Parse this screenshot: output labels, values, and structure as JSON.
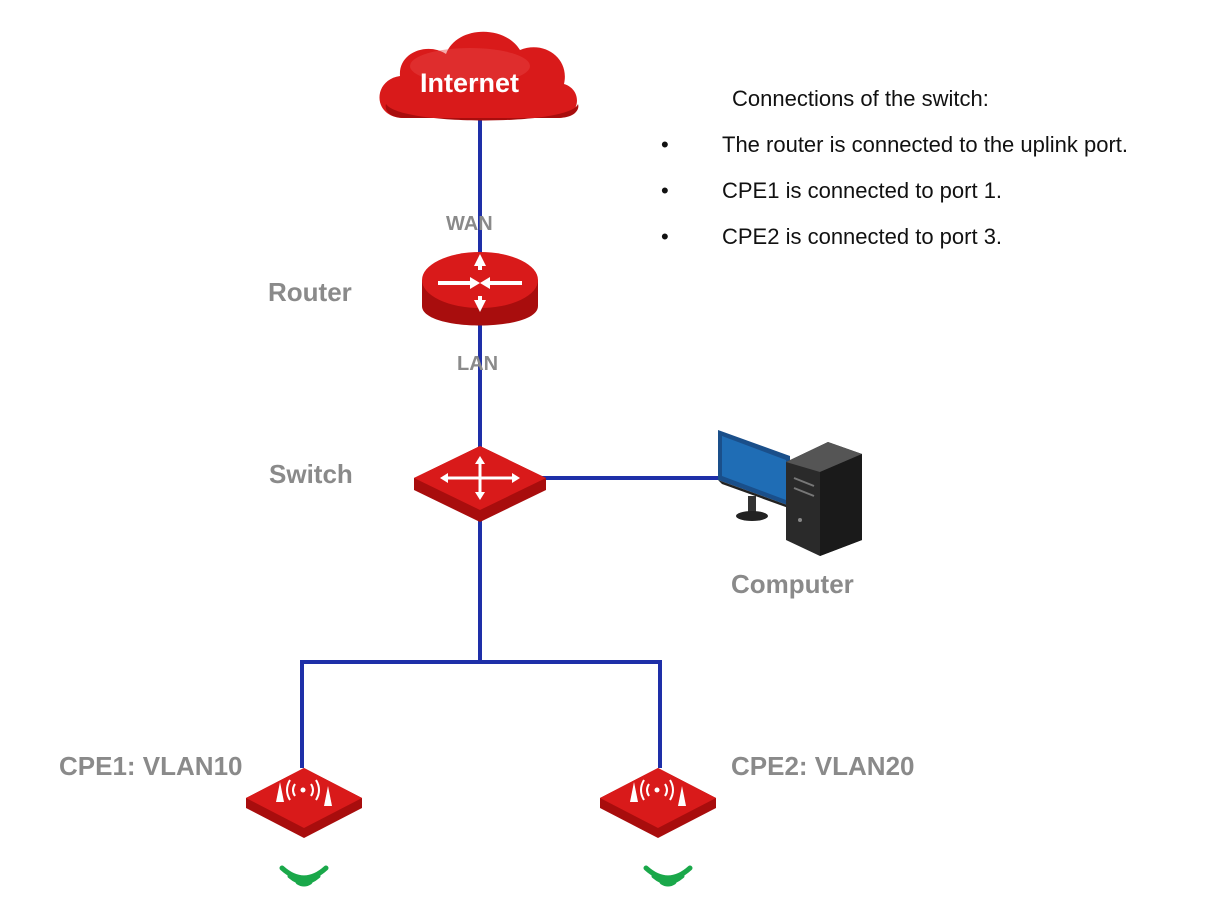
{
  "colors": {
    "link": "#1e2fa8",
    "device_red": "#d91a1a",
    "device_red_dark": "#a80d0d",
    "label_gray": "#8a8a8a",
    "wifi_green": "#1aa84a"
  },
  "nodes": {
    "internet": {
      "label": "Internet",
      "icon": "cloud-icon"
    },
    "router": {
      "label": "Router",
      "icon": "router-icon"
    },
    "switch": {
      "label": "Switch",
      "icon": "switch-icon"
    },
    "computer": {
      "label": "Computer",
      "icon": "desktop-computer-icon"
    },
    "cpe1": {
      "label": "CPE1: VLAN10",
      "icon": "access-point-icon"
    },
    "cpe2": {
      "label": "CPE2: VLAN20",
      "icon": "access-point-icon"
    }
  },
  "ports": {
    "wan": "WAN",
    "lan": "LAN"
  },
  "notes": {
    "title": "Connections of the switch:",
    "items": [
      "The router is connected to the uplink port.",
      "CPE1 is connected to port 1.",
      "CPE2 is connected to port 3."
    ]
  }
}
